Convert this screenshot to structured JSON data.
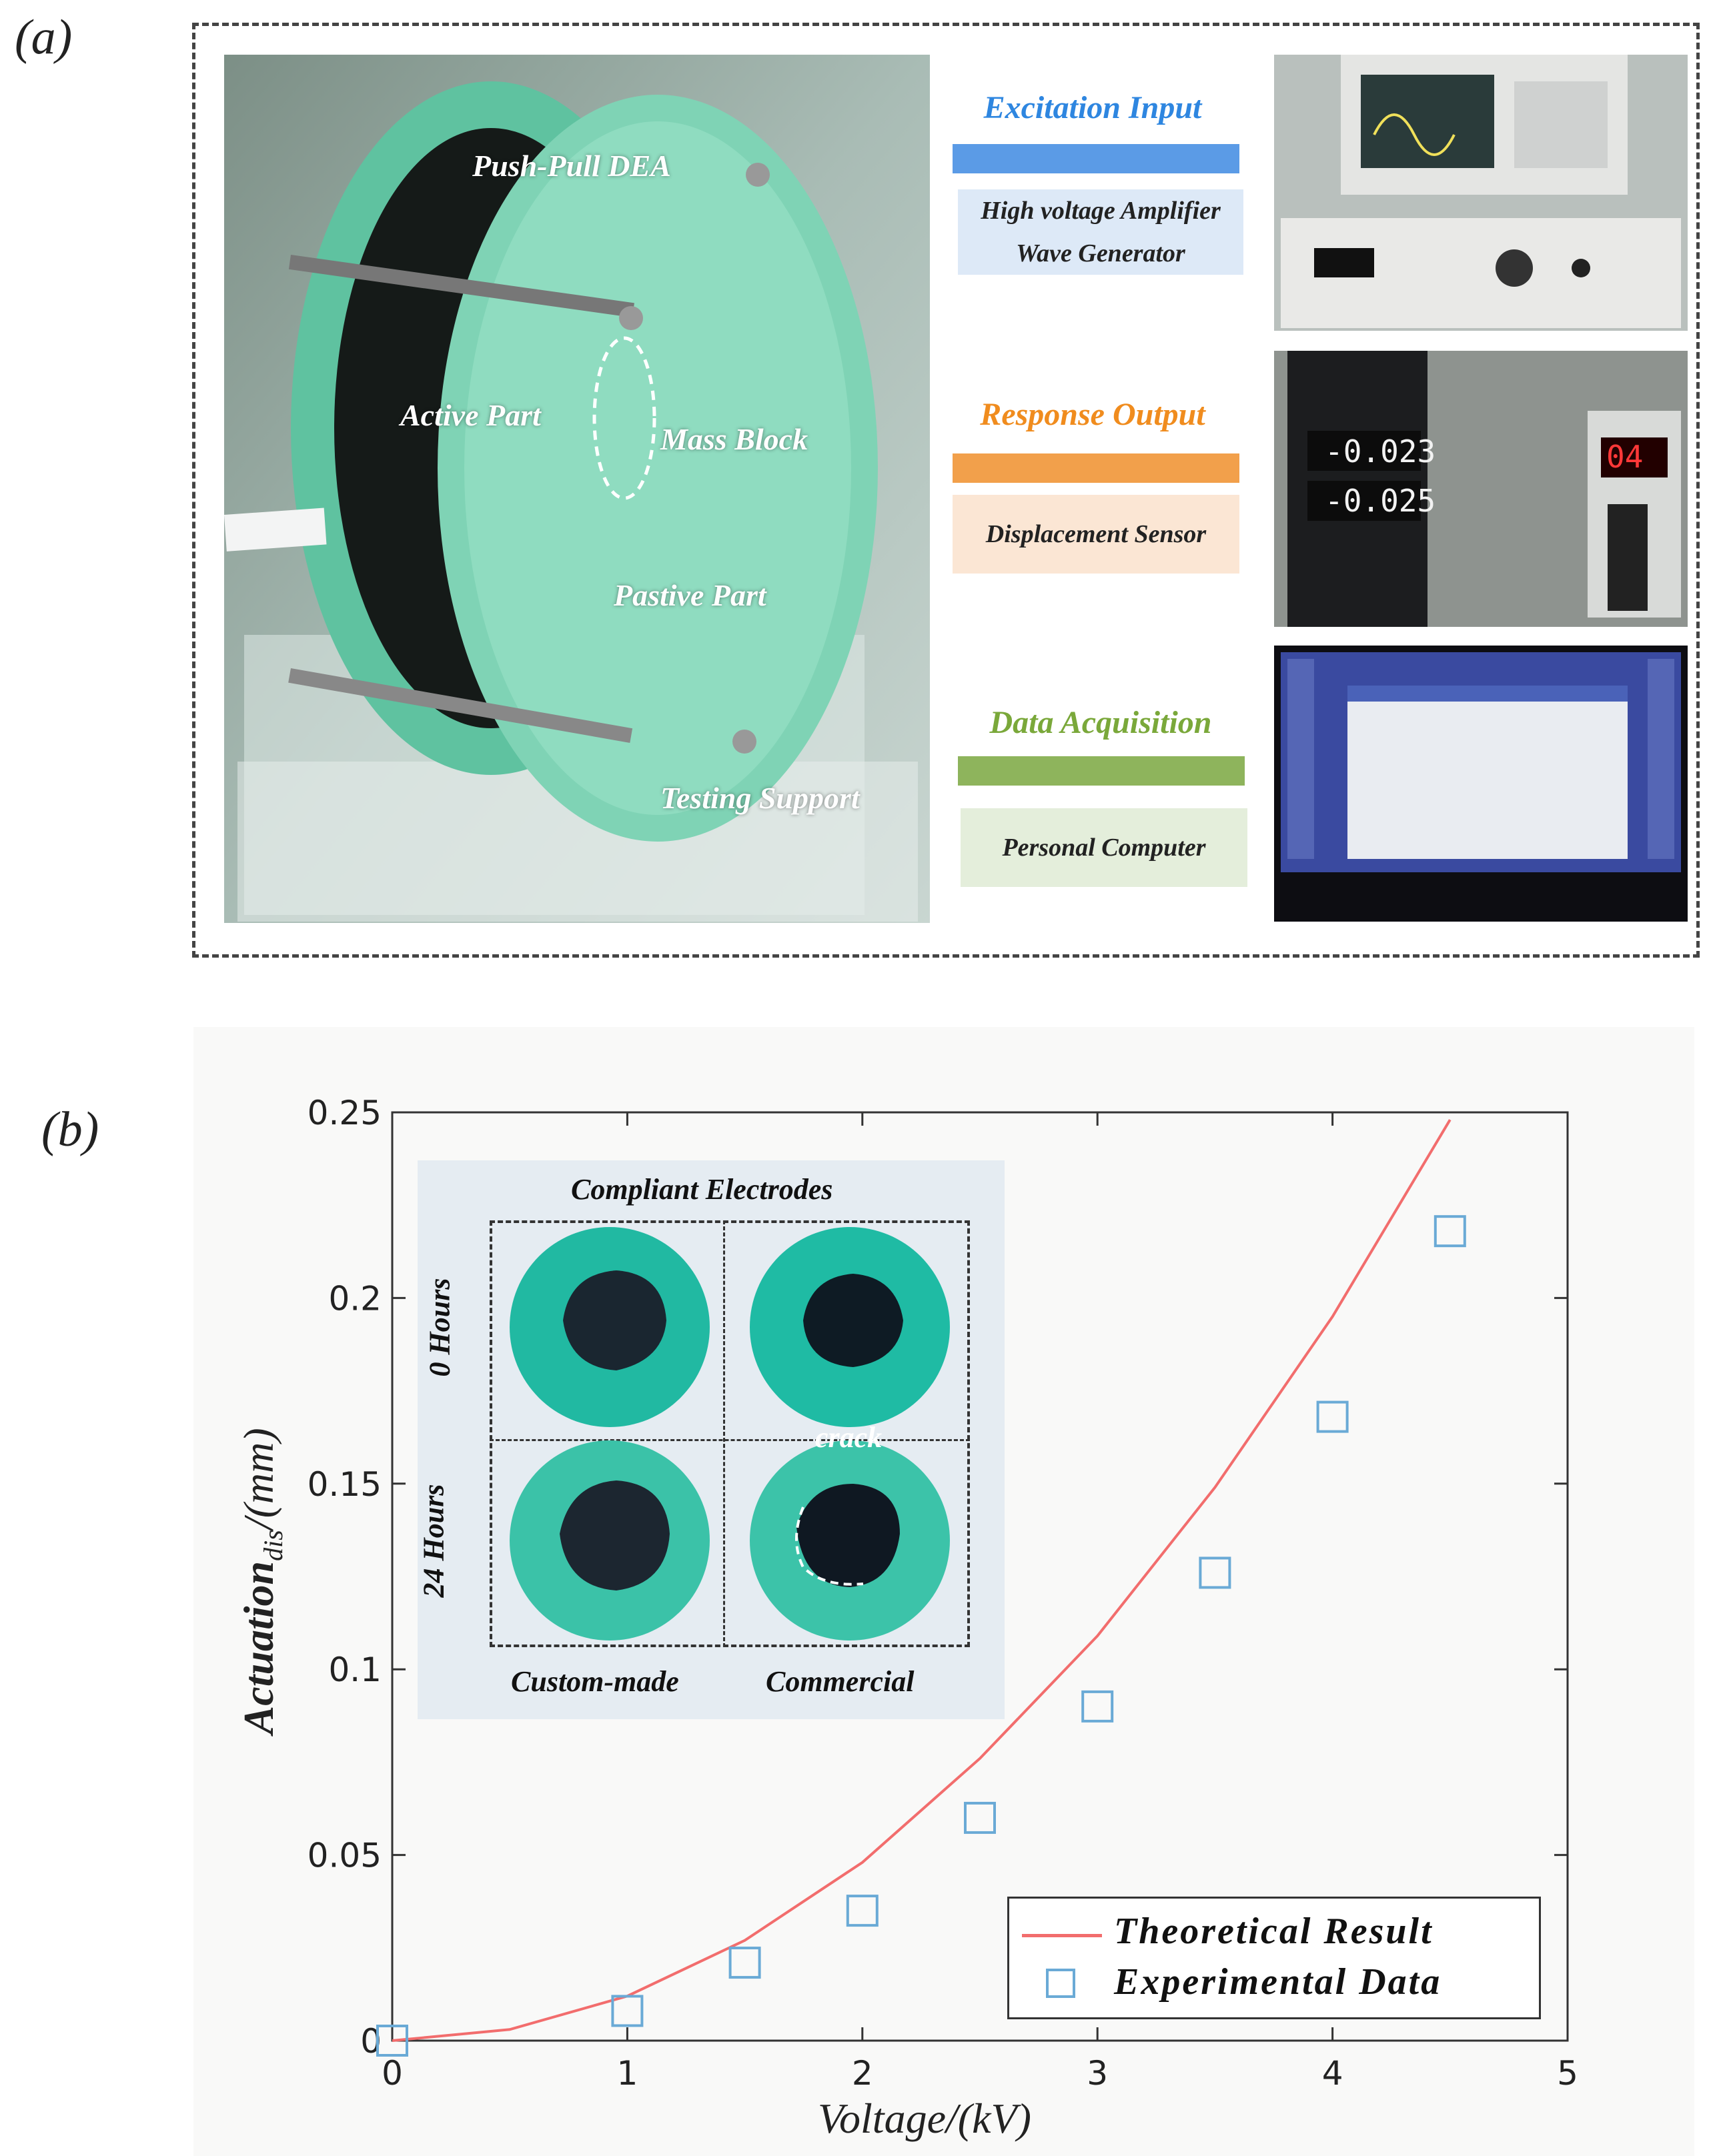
{
  "panel_a": {
    "label": "(a)",
    "photo_captions": {
      "push_pull": "Push-Pull DEA",
      "active": "Active Part",
      "mass": "Mass Block",
      "passive": "Pastive Part",
      "support": "Testing Support"
    },
    "flow": [
      {
        "title": "Excitation Input",
        "title_color": "#2e86e0",
        "bar_color": "#5b9be6",
        "box_color": "#dde9f7",
        "lines": [
          "High voltage Amplifier",
          "Wave Generator"
        ]
      },
      {
        "title": "Response Output",
        "title_color": "#f08c1e",
        "bar_color": "#f2a04b",
        "box_color": "#fbe6d4",
        "lines": [
          "Displacement Sensor"
        ]
      },
      {
        "title": "Data Acquisition",
        "title_color": "#7aa83a",
        "bar_color": "#8eb45c",
        "box_color": "#e4eedb",
        "lines": [
          "Personal Computer"
        ]
      }
    ],
    "sensor_readings": [
      "-0.023",
      "-0.025"
    ],
    "psu_reading": "04"
  },
  "panel_b": {
    "label": "(b)",
    "inset": {
      "title": "Compliant Electrodes",
      "row_labels": [
        "0 Hours",
        "24 Hours"
      ],
      "col_labels": [
        "Custom-made",
        "Commercial"
      ],
      "annotation": "crack"
    }
  },
  "chart_data": {
    "type": "line",
    "xlabel": "Voltage/(kV)",
    "ylabel_main": "Actuation",
    "ylabel_sub": "dis",
    "ylabel_unit": "/(mm)",
    "xlim": [
      0,
      5
    ],
    "ylim": [
      0,
      0.25
    ],
    "xticks": [
      0,
      1,
      2,
      3,
      4,
      5
    ],
    "yticks": [
      0,
      0.05,
      0.1,
      0.15,
      0.2,
      0.25
    ],
    "xtick_labels": [
      "0",
      "1",
      "2",
      "3",
      "4",
      "5"
    ],
    "ytick_labels": [
      "0",
      "0.05",
      "0.1",
      "0.15",
      "0.2",
      "0.25"
    ],
    "grid": false,
    "legend_position": "bottom-right",
    "series": [
      {
        "name": "Theoretical Result",
        "style": "line",
        "color": "#f26d6d",
        "x": [
          0,
          0.5,
          1,
          1.5,
          2,
          2.5,
          3,
          3.5,
          4,
          4.5
        ],
        "y": [
          0,
          0.003,
          0.012,
          0.027,
          0.048,
          0.076,
          0.109,
          0.149,
          0.195,
          0.248
        ]
      },
      {
        "name": "Experimental Data",
        "style": "square-marker",
        "color": "#6aaad6",
        "x": [
          0,
          1,
          1.5,
          2,
          2.5,
          3,
          3.5,
          4,
          4.5
        ],
        "y": [
          0,
          0.008,
          0.021,
          0.035,
          0.06,
          0.09,
          0.126,
          0.168,
          0.218
        ]
      }
    ]
  }
}
